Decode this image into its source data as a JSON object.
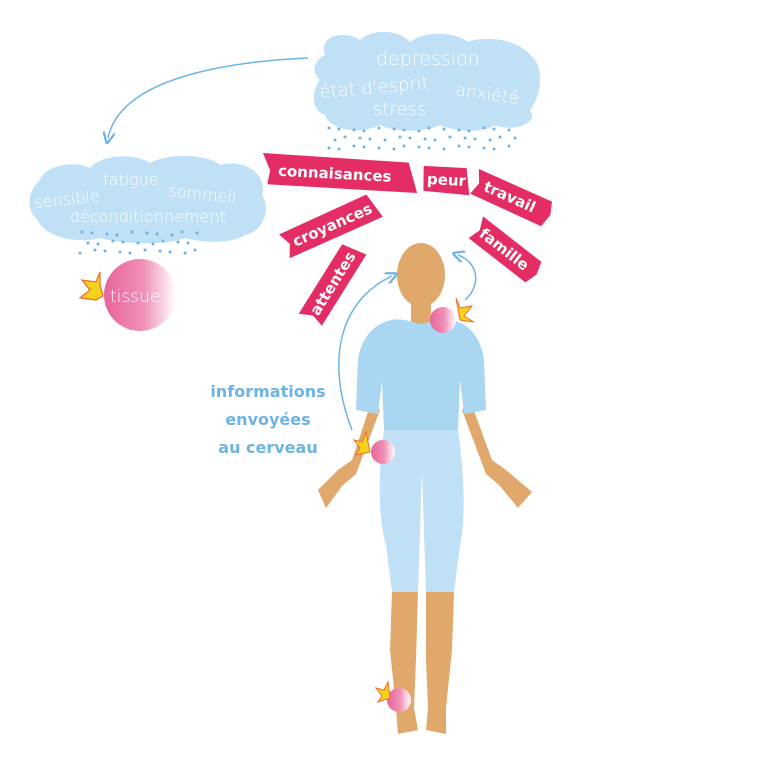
{
  "colors": {
    "cloud": "#bfe0f5",
    "rain": "#6cb4e4",
    "banner": "#e32d64",
    "skin": "#e0a96b",
    "clothing": "#a9d7f2",
    "pain": "#e8639a",
    "flame": "#f7d21c",
    "info_text": "#6cb4e4"
  },
  "mind_cloud": {
    "words": [
      "depression",
      "état d'esprit",
      "stress",
      "anxiété"
    ]
  },
  "body_cloud": {
    "words": [
      "fatigue",
      "sensible",
      "sommeil",
      "déconditionnement"
    ]
  },
  "tissue_label": "tissue",
  "banners": [
    "connaisances",
    "peur",
    "travail",
    "croyances",
    "famille",
    "attentes"
  ],
  "info_label": [
    "informations",
    "envoyées",
    "au cerveau"
  ]
}
